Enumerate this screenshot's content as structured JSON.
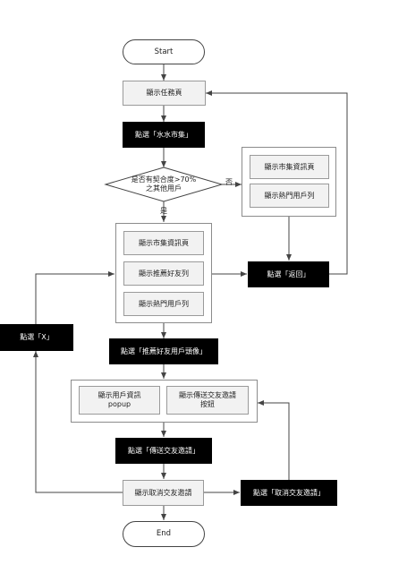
{
  "nodes": {
    "start": "Start",
    "show_task_page": "顯示任務頁",
    "click_market": "點選「水水市集」",
    "decision": "是否有契合度>70%\n之其他用戶",
    "no_market_info": "顯示市集資訊頁",
    "no_hot_users": "顯示熱門用戶列",
    "click_back": "點選「返回」",
    "yes_market_info": "顯示市集資訊頁",
    "yes_recommend": "顯示推薦好友列",
    "yes_hot_users": "顯示熱門用戶列",
    "click_x": "點選「X」",
    "click_avatar": "點選「推薦好友用戶頭像」",
    "user_popup": "顯示用戶資訊\npopup",
    "send_btn": "顯示傳送交友邀請\n按鈕",
    "click_send": "點選「傳送交友邀請」",
    "show_cancel": "顯示取消交友邀請",
    "click_cancel": "點選「取消交友邀請」",
    "end": "End"
  },
  "labels": {
    "no": "否",
    "yes": "是"
  },
  "colors": {
    "dark": "#000000",
    "light": "#f2f2f2",
    "line": "#444444"
  }
}
